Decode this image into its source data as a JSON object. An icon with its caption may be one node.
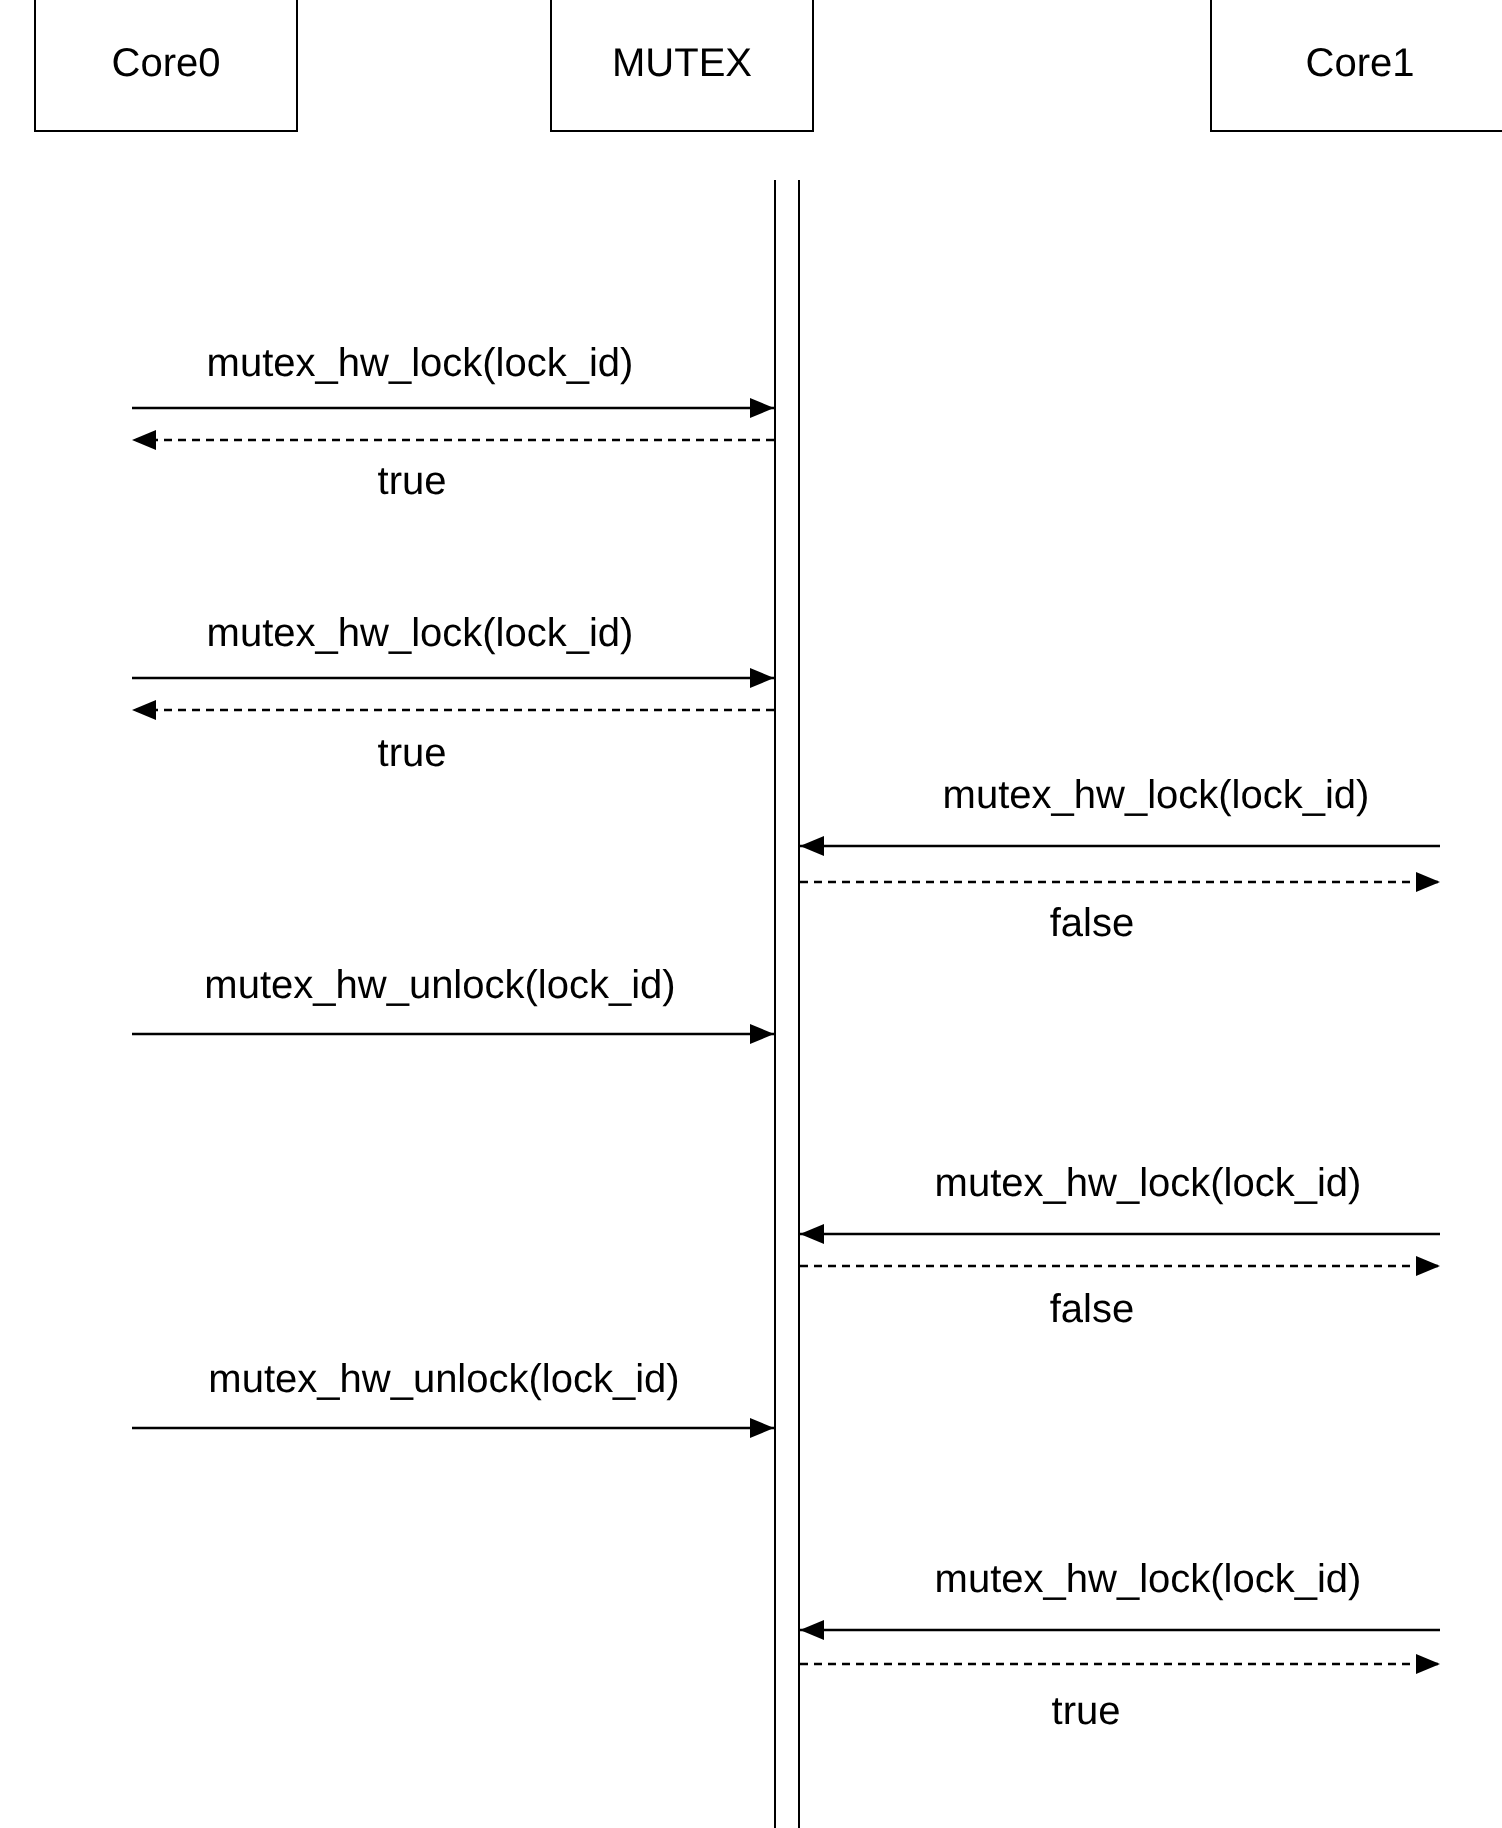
{
  "diagram": {
    "nodes": [
      {
        "text": [
          "Core0"
        ]
      },
      {
        "text": [
          "MUTEX"
        ]
      },
      {
        "text": [
          "Core1"
        ]
      },
      {
        "text": [],
        "shape": "bar"
      }
    ],
    "edges": [
      {
        "from": null,
        "to": 3,
        "arrow": "to",
        "label": "mutex_hw_lock(lock_id)"
      },
      {
        "from": 3,
        "to": null,
        "arrow": "to",
        "style": "dashed",
        "label": "true"
      },
      {
        "from": null,
        "to": 3,
        "arrow": "to",
        "label": "mutex_hw_lock(lock_id)"
      },
      {
        "from": 3,
        "to": null,
        "arrow": "to",
        "style": "dashed",
        "label": "true"
      },
      {
        "from": null,
        "to": 3,
        "arrow": "to",
        "label": "mutex_hw_lock(lock_id)"
      },
      {
        "from": 3,
        "to": null,
        "arrow": "to",
        "style": "dashed",
        "label": "false"
      },
      {
        "from": null,
        "to": 3,
        "arrow": "to",
        "label": "mutex_hw_unlock(lock_id)"
      },
      {
        "from": null,
        "to": 3,
        "arrow": "to",
        "label": "mutex_hw_lock(lock_id)"
      },
      {
        "from": 3,
        "to": null,
        "arrow": "to",
        "style": "dashed",
        "label": "false"
      },
      {
        "from": null,
        "to": 3,
        "arrow": "to",
        "label": "mutex_hw_unlock(lock_id)"
      },
      {
        "from": null,
        "to": 3,
        "arrow": "to",
        "label": "mutex_hw_lock(lock_id)"
      },
      {
        "from": 3,
        "to": null,
        "arrow": "to",
        "style": "dashed",
        "label": "true"
      }
    ]
  }
}
